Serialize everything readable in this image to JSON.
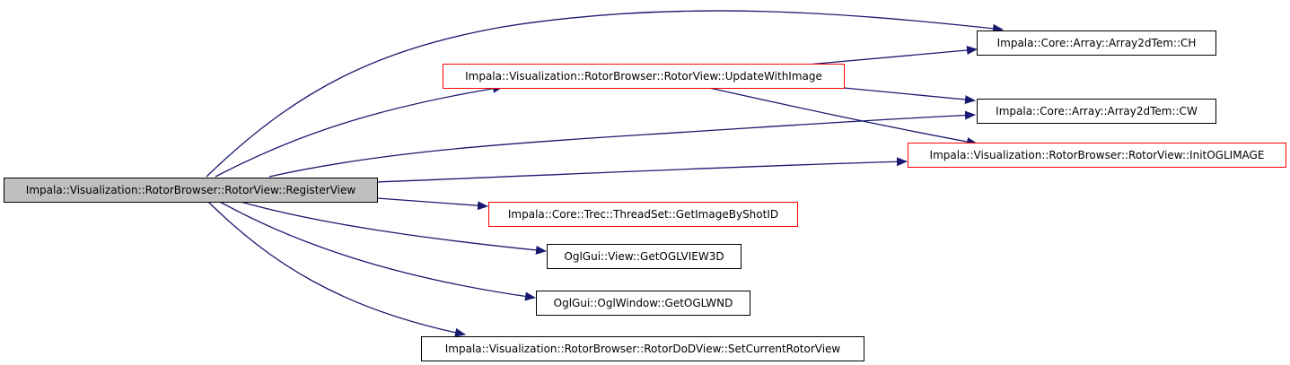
{
  "colors": {
    "edge": "#191970",
    "root_fill": "#bfbfbf",
    "node_border": "#000000",
    "incomplete_border": "#ff0000"
  },
  "nodes": {
    "register_view": "Impala::Visualization::RotorBrowser::RotorView::RegisterView",
    "array2d_ch": "Impala::Core::Array::Array2dTem::CH",
    "update_with_image": "Impala::Visualization::RotorBrowser::RotorView::UpdateWithImage",
    "array2d_cw": "Impala::Core::Array::Array2dTem::CW",
    "init_ogl_image": "Impala::Visualization::RotorBrowser::RotorView::InitOGLIMAGE",
    "get_image_by_shot_id": "Impala::Core::Trec::ThreadSet::GetImageByShotID",
    "get_ogl_view3d": "OglGui::View::GetOGLVIEW3D",
    "get_ogl_wnd": "OglGui::OglWindow::GetOGLWND",
    "set_current_rotor_view": "Impala::Visualization::RotorBrowser::RotorDoDView::SetCurrentRotorView"
  }
}
